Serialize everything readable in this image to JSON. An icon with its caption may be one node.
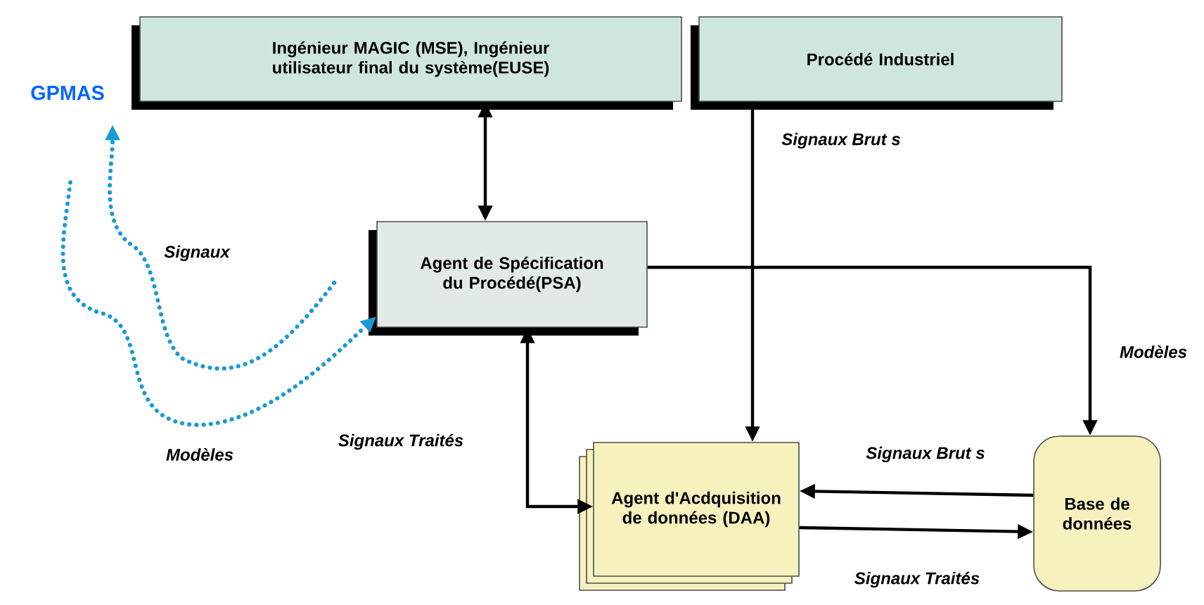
{
  "diagram": {
    "nodes": [
      {
        "text": [
          "Ingénieur MAGIC (MSE), Ingénieur utilisateur final du système(EUSE)"
        ]
      },
      {
        "text": [
          "Procédé Industriel"
        ]
      },
      {
        "text": [
          "GPMAS"
        ]
      },
      {
        "text": [
          "Agent de Spécification du Procédé(PSA)"
        ]
      },
      {
        "text": [
          "Agent d'Acdquisition de données (DAA)"
        ]
      },
      {
        "text": [
          "Base de données"
        ]
      }
    ],
    "edges": [
      {
        "from": 0,
        "to": 3,
        "arrow": "both"
      },
      {
        "from": 1,
        "to": 4,
        "arrow": "to",
        "label": "Signaux Brut s"
      },
      {
        "from": 3,
        "to": 5,
        "arrow": "to",
        "label": "Modèles"
      },
      {
        "from": 3,
        "to": 4,
        "arrow": "both",
        "label": "Signaux Traités"
      },
      {
        "from": 5,
        "to": 4,
        "arrow": "to",
        "label": "Signaux Brut s"
      },
      {
        "from": 4,
        "to": 5,
        "arrow": "to",
        "label": "Signaux Traités"
      },
      {
        "from": 3,
        "to": 2,
        "arrow": "to",
        "label": "Signaux",
        "style": "dashed",
        "color": "#1a9ad6"
      },
      {
        "from": 2,
        "to": 3,
        "arrow": "to",
        "label": "Modèles",
        "style": "dashed",
        "color": "#1a9ad6"
      }
    ]
  }
}
